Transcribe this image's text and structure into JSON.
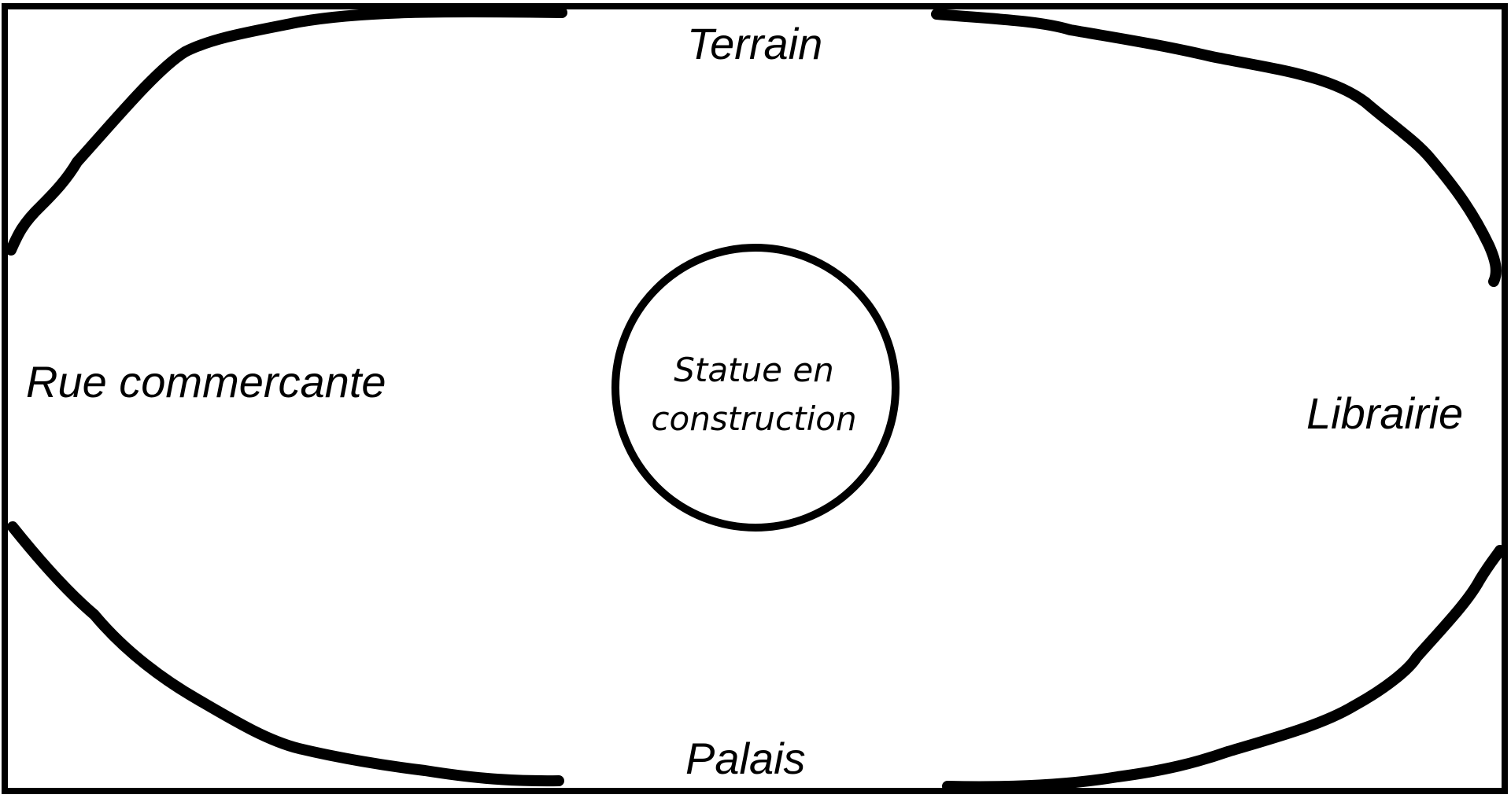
{
  "diagram": {
    "north_label": "Terrain",
    "south_label": "Palais",
    "west_label": "Rue commercante",
    "east_label": "Librairie",
    "center": {
      "line1": "Statue en",
      "line2": "construction"
    }
  },
  "colors": {
    "stroke": "#000000",
    "background": "#ffffff"
  }
}
